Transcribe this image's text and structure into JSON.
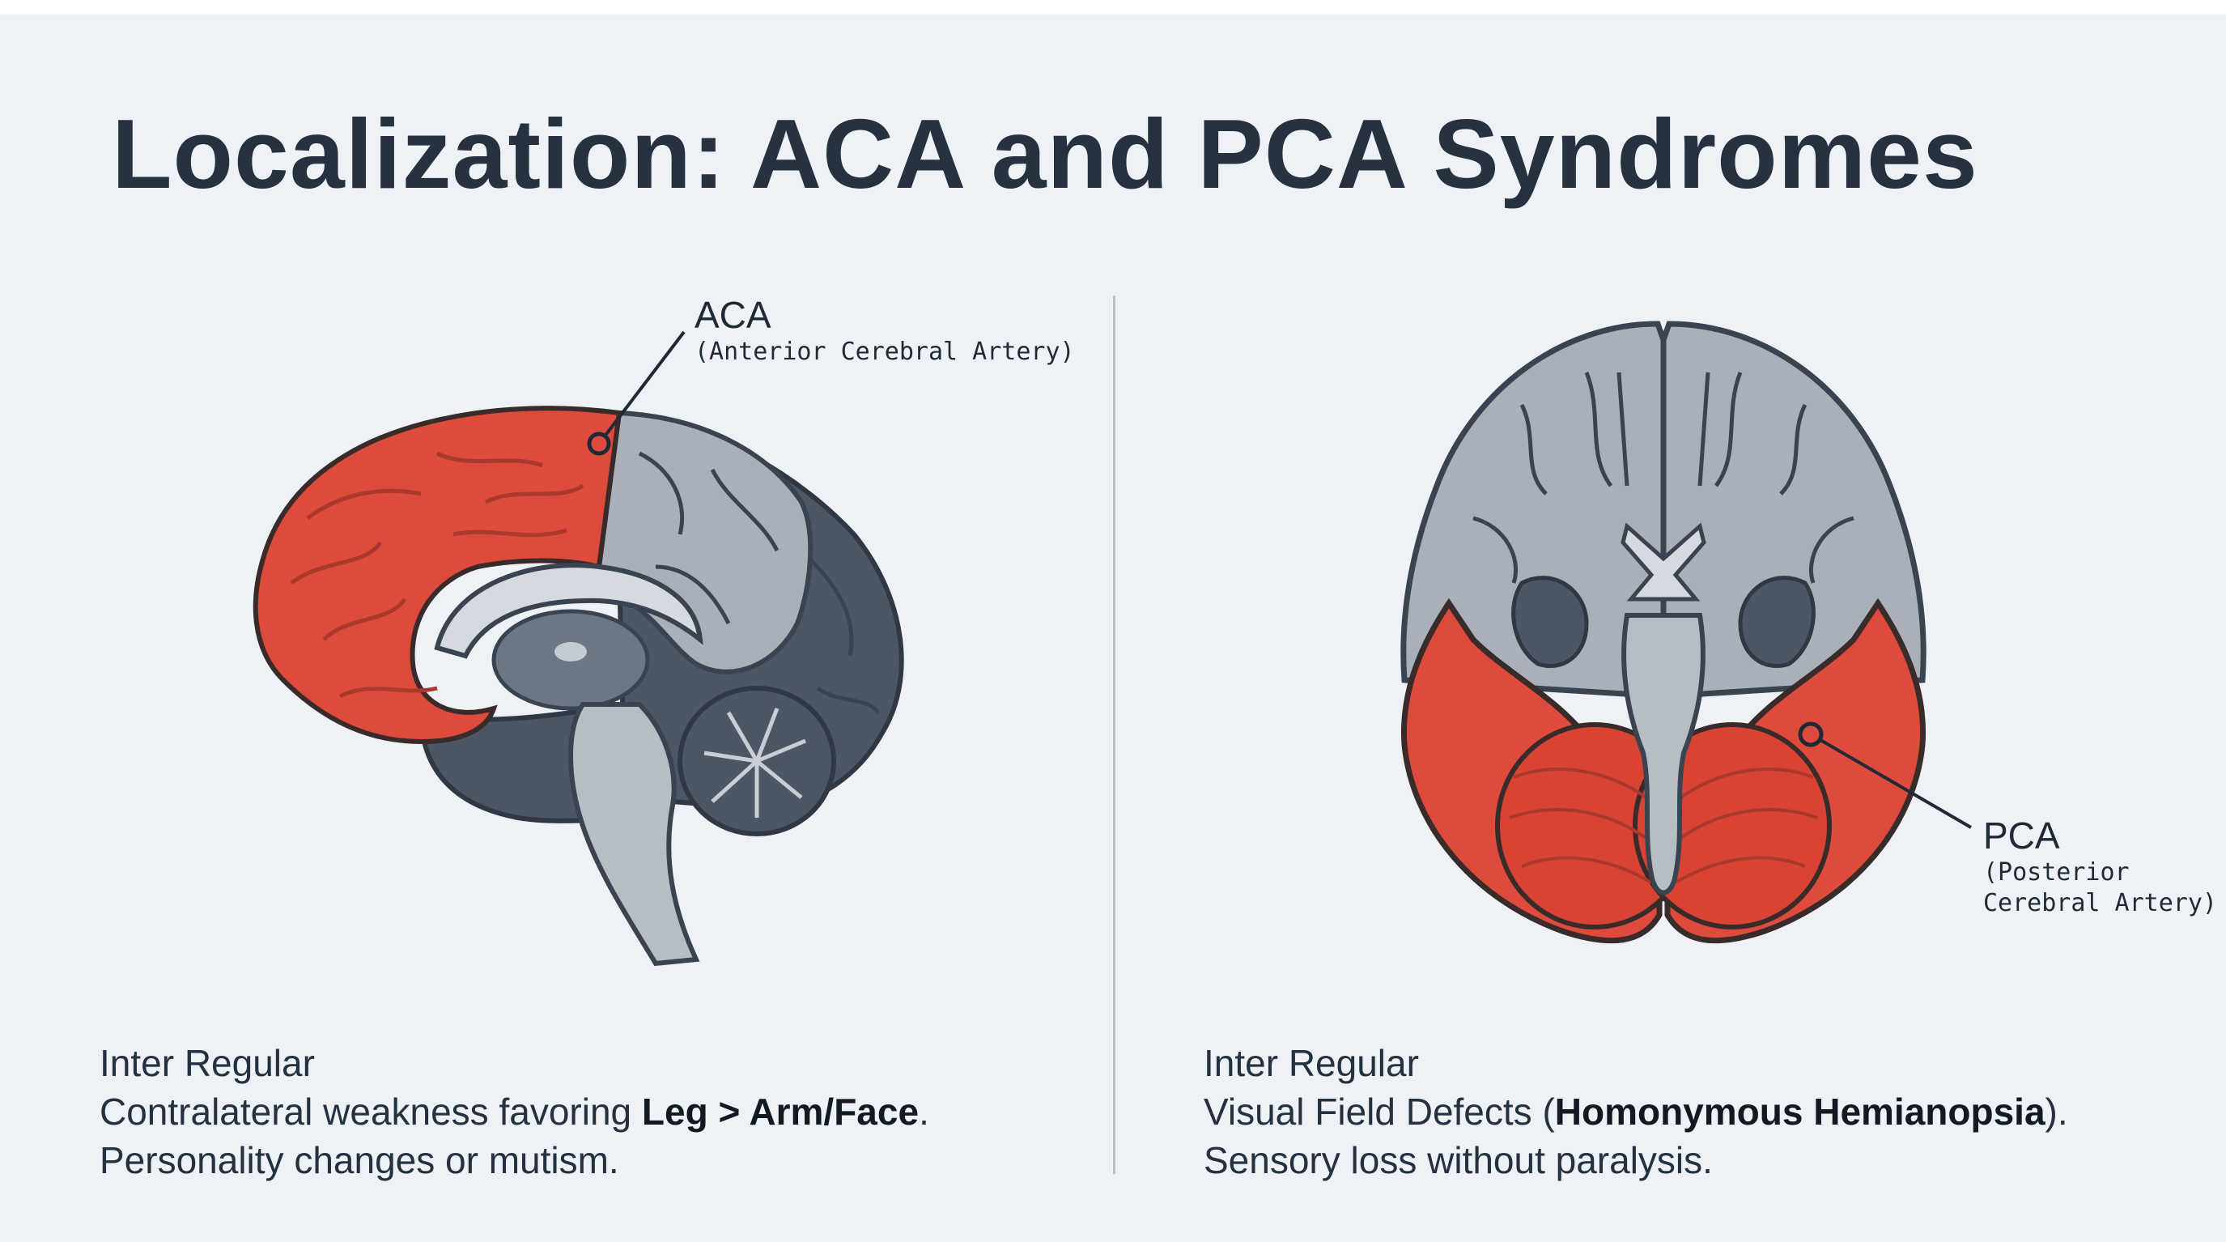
{
  "title": "Localization: ACA and PCA Syndromes",
  "colors": {
    "background": "#eef1f5",
    "affected_region": "#de4a3c",
    "brain_gray": "#a9b0b9",
    "brain_dark": "#4c5665",
    "text": "#233140"
  },
  "aca": {
    "label": "ACA",
    "full_name": "(Anterior Cerebral Artery)",
    "view": "sagittal-brain",
    "text": {
      "font_note": "Inter Regular",
      "line1_pre": "Contralateral weakness favoring ",
      "line1_bold": "Leg > Arm/Face",
      "line1_post": ".",
      "line2": "Personality changes or mutism."
    }
  },
  "pca": {
    "label": "PCA",
    "full_name": "(Posterior\nCerebral Artery)",
    "view": "inferior-brain",
    "text": {
      "font_note": "Inter Regular",
      "line1_pre": "Visual Field Defects (",
      "line1_bold": "Homonymous Hemianopsia",
      "line1_post": ").",
      "line2": "Sensory loss without paralysis."
    }
  }
}
